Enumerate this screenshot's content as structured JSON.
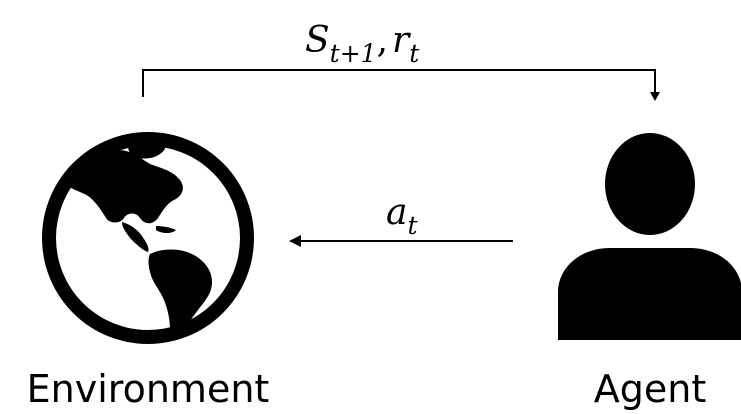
{
  "diagram": {
    "top_arrow_label": {
      "main": "S",
      "main_sub": "t+1",
      "separator": ",",
      "second": "r",
      "second_sub": "t"
    },
    "middle_arrow_label": {
      "main": "a",
      "sub": "t"
    },
    "nodes": {
      "environment": {
        "label": "Environment",
        "icon": "globe-icon"
      },
      "agent": {
        "label": "Agent",
        "icon": "person-icon"
      }
    },
    "colors": {
      "ink": "#000000",
      "background": "#ffffff"
    }
  }
}
